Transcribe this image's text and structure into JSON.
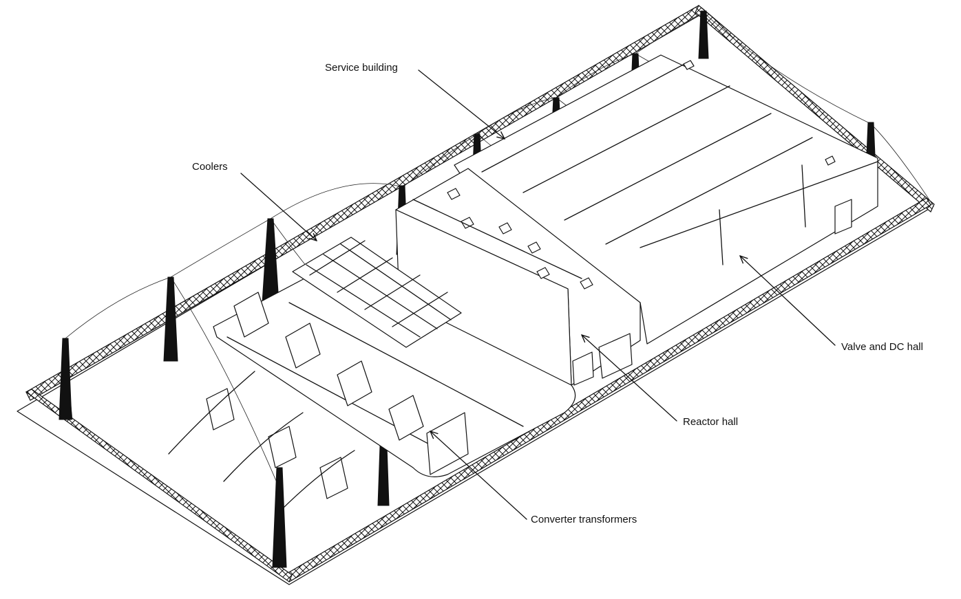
{
  "labels": {
    "service_building": "Service building",
    "coolers": "Coolers",
    "valve_dc_hall": "Valve and DC hall",
    "reactor_hall": "Reactor hall",
    "converter_transformers": "Converter transformers"
  },
  "colors": {
    "line": "#111111",
    "background": "#ffffff"
  }
}
